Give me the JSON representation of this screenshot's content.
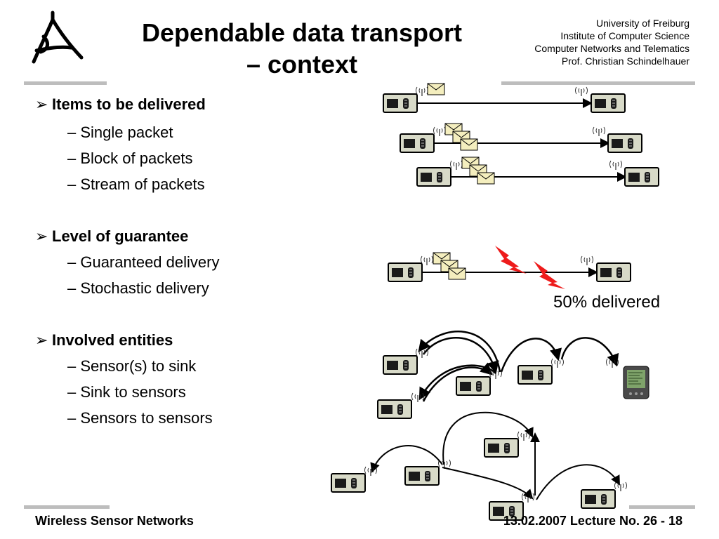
{
  "header": {
    "title_line1": "Dependable data transport",
    "title_line2": "– context",
    "university": [
      "University of Freiburg",
      "Institute of Computer Science",
      "Computer Networks and Telematics",
      "Prof. Christian Schindelhauer"
    ]
  },
  "sections": [
    {
      "title": "Items to be delivered",
      "items": [
        "– Single packet",
        "– Block of packets",
        "– Stream of packets"
      ]
    },
    {
      "title": "Level of guarantee",
      "items": [
        "– Guaranteed delivery",
        "– Stochastic delivery"
      ]
    },
    {
      "title": "Involved entities",
      "items": [
        "– Sensor(s) to sink",
        "– Sink to sensors",
        "– Sensors to sensors"
      ]
    }
  ],
  "annotation": "50% delivered",
  "footer": {
    "left": "Wireless Sensor Networks",
    "right": "13.02.2007 Lecture No. 26 - 18"
  },
  "icons": [
    "logo-icon",
    "sensor-node-icon",
    "envelope-icon",
    "lightning-icon",
    "pda-icon",
    "radio-wave-icon"
  ]
}
